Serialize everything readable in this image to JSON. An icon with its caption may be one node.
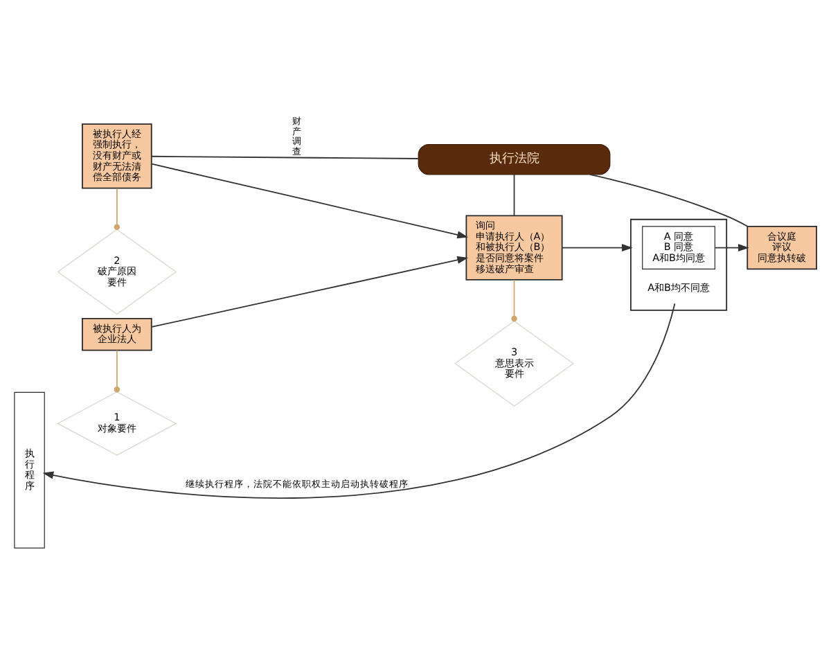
{
  "diagram": {
    "nodes": [
      {
        "text": [
          "执行法院"
        ]
      },
      {
        "text": [
          "执行程序"
        ]
      },
      {
        "text": [
          "被执行人经强制执行，没有财产或财产无法清偿全部债务"
        ]
      },
      {
        "text": [
          "询问申请执行人（A）和被执行人（B）是否同意将案件移送破产审查"
        ]
      },
      {
        "text": [],
        "shape": "bracket"
      },
      {
        "text": [
          "A 同意",
          "B 同意",
          "A和B均同意"
        ],
        "in": 4
      },
      {
        "text": [
          "A和B均不同意"
        ],
        "in": 4
      },
      {
        "text": [
          "合议庭评议同意执转破"
        ]
      },
      {
        "text": [
          "被执行人为企业法人"
        ]
      },
      {
        "text": [
          "1",
          "对象要件"
        ]
      },
      {
        "text": [
          "2",
          "破产原因要件"
        ]
      },
      {
        "text": [
          "3",
          "意思表示要件"
        ]
      }
    ],
    "edges": [
      {
        "from": 0,
        "to": 2,
        "arrow": "none",
        "label": "财产调查"
      },
      {
        "from": 0,
        "to": 3,
        "arrow": "none"
      },
      {
        "from": 0,
        "to": 7,
        "arrow": "none"
      },
      {
        "from": 2,
        "to": 3,
        "arrow": "to"
      },
      {
        "from": 8,
        "to": 3,
        "arrow": "to"
      },
      {
        "from": 3,
        "to": 4,
        "arrow": "to"
      },
      {
        "from": 5,
        "to": 7,
        "arrow": "to"
      },
      {
        "from": 6,
        "to": 1,
        "arrow": "to",
        "label": "继续执行程序，法院不能依职权主动启动执转破程序"
      },
      {
        "from": 8,
        "to": 9,
        "arrow": "other",
        "color": "#d1a66e"
      },
      {
        "from": 2,
        "to": 10,
        "arrow": "other",
        "color": "#d1a66e"
      },
      {
        "from": 3,
        "to": 11,
        "arrow": "other",
        "color": "#d1a66e"
      }
    ]
  }
}
